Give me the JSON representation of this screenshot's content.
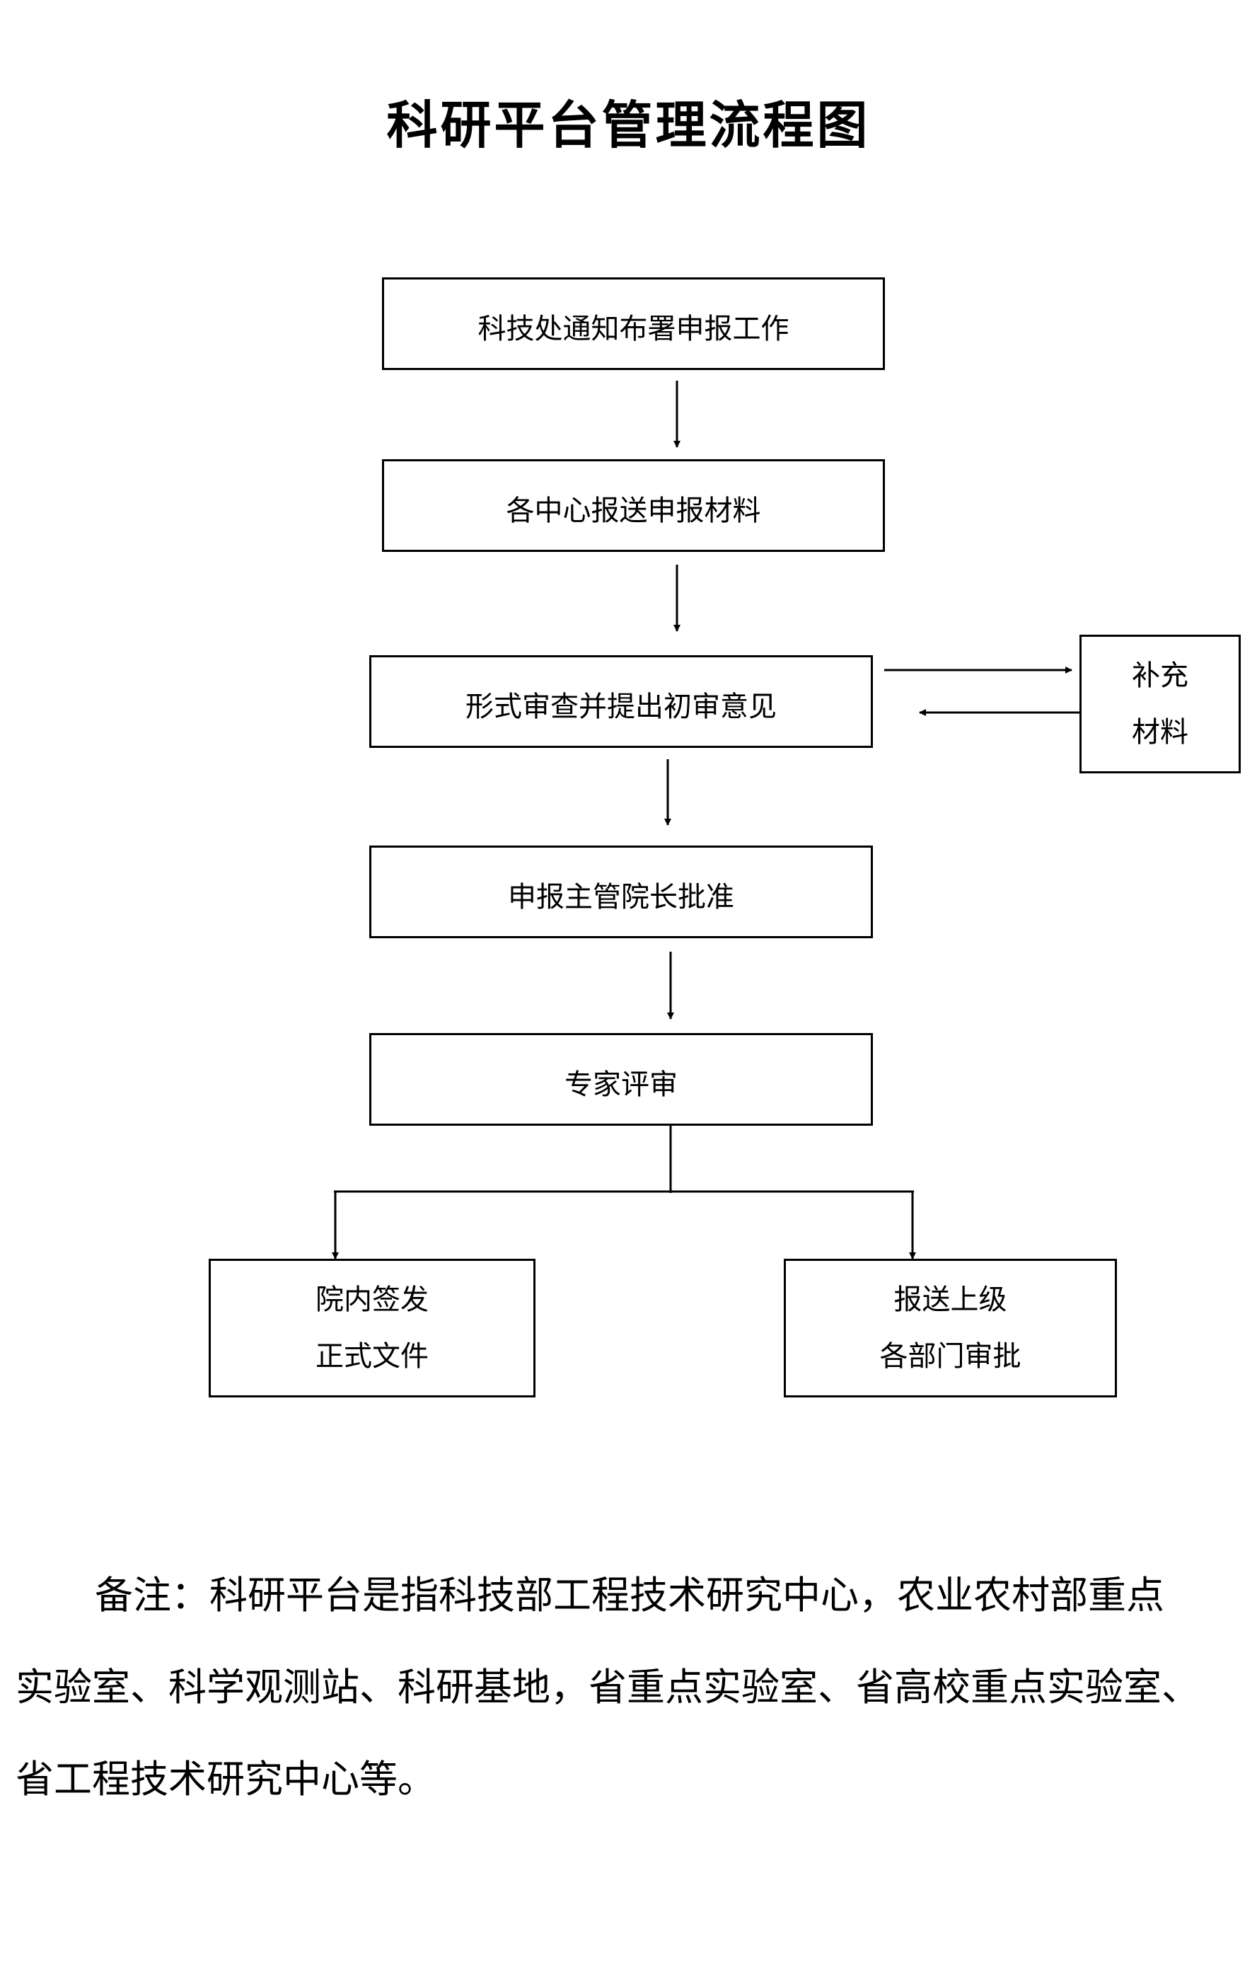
{
  "title": "科研平台管理流程图",
  "nodes": {
    "notify": "科技处通知布署申报工作",
    "submit": "各中心报送申报材料",
    "review": "形式审查并提出初审意见",
    "supplement": [
      "补充",
      "材料"
    ],
    "approve": "申报主管院长批准",
    "expert": "专家评审",
    "issue": [
      "院内签发",
      "正式文件"
    ],
    "report": [
      "报送上级",
      "各部门审批"
    ]
  },
  "note": {
    "lines": [
      "备注：科研平台是指科技部工程技术研究中心，农业农村部重点",
      "实验室、科学观测站、科研基地，省重点实验室、省高校重点实验室、",
      "省工程技术研究中心等。"
    ]
  }
}
